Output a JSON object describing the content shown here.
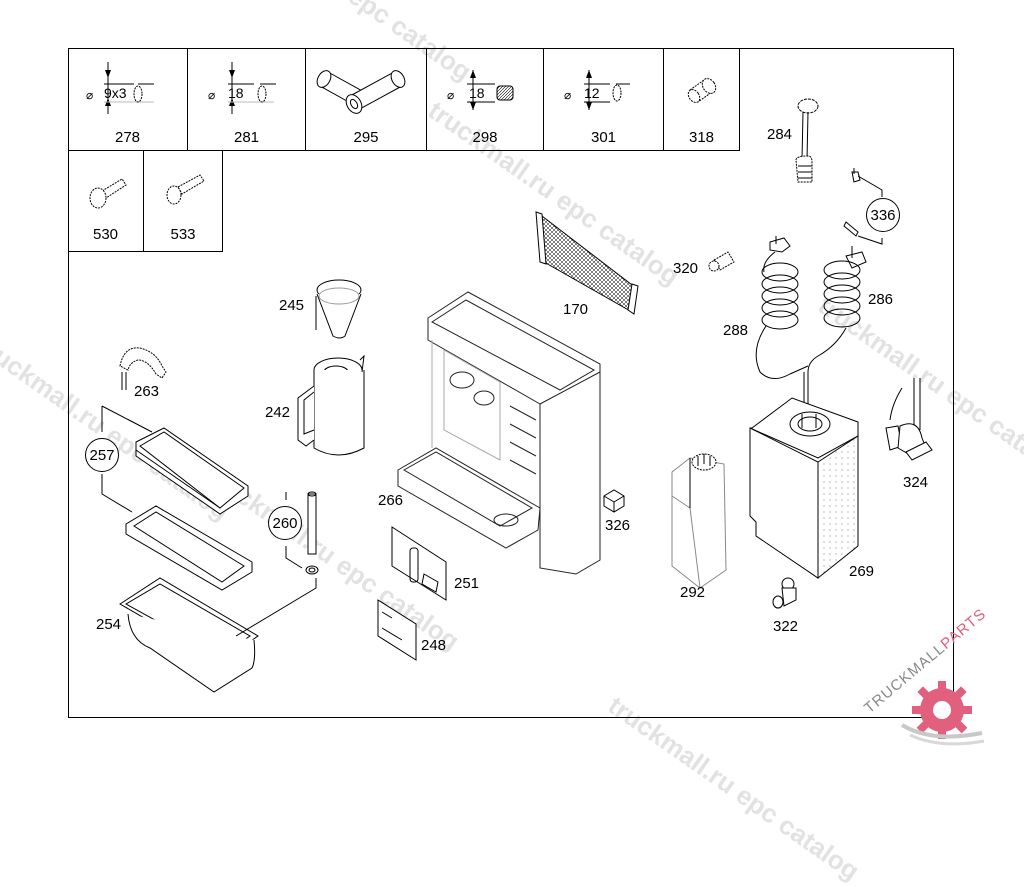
{
  "diagram": {
    "type": "exploded parts diagram",
    "header_cells": [
      {
        "part": "278",
        "dimension": "9x3",
        "symbol": "⌀",
        "icon": "o-ring"
      },
      {
        "part": "281",
        "dimension": "18",
        "symbol": "⌀",
        "icon": "o-ring"
      },
      {
        "part": "295",
        "dimension": "",
        "symbol": "",
        "icon": "hose-connector"
      },
      {
        "part": "298",
        "dimension": "18",
        "symbol": "⌀",
        "icon": "spring-clip"
      },
      {
        "part": "301",
        "dimension": "12",
        "symbol": "⌀",
        "icon": "o-ring"
      },
      {
        "part": "318",
        "dimension": "",
        "symbol": "",
        "icon": "plug"
      }
    ],
    "screw_cells": [
      {
        "part": "530",
        "icon": "flange-screw"
      },
      {
        "part": "533",
        "icon": "screw"
      }
    ],
    "labels": {
      "p170": "170",
      "p242": "242",
      "p245": "245",
      "p248": "248",
      "p251": "251",
      "p254": "254",
      "p263": "263",
      "p266": "266",
      "p269": "269",
      "p284": "284",
      "p286": "286",
      "p288": "288",
      "p292": "292",
      "p320": "320",
      "p322": "322",
      "p324": "324",
      "p326": "326"
    },
    "callouts": {
      "c257": "257",
      "c260": "260",
      "c336": "336"
    }
  },
  "watermark": {
    "text1": "truckmall.ru epc catalog",
    "text2": "epc catalog",
    "text3": "truckmall.ru epc catalog",
    "text4": "truckmall.ru epc catalog"
  },
  "logo": {
    "text": "TRUCKMALLPARTS",
    "brand_part1": "TRUCKMALL",
    "brand_part2": "PARTS",
    "accent_color": "#e0607e",
    "gray_color": "#8a8a8a"
  }
}
